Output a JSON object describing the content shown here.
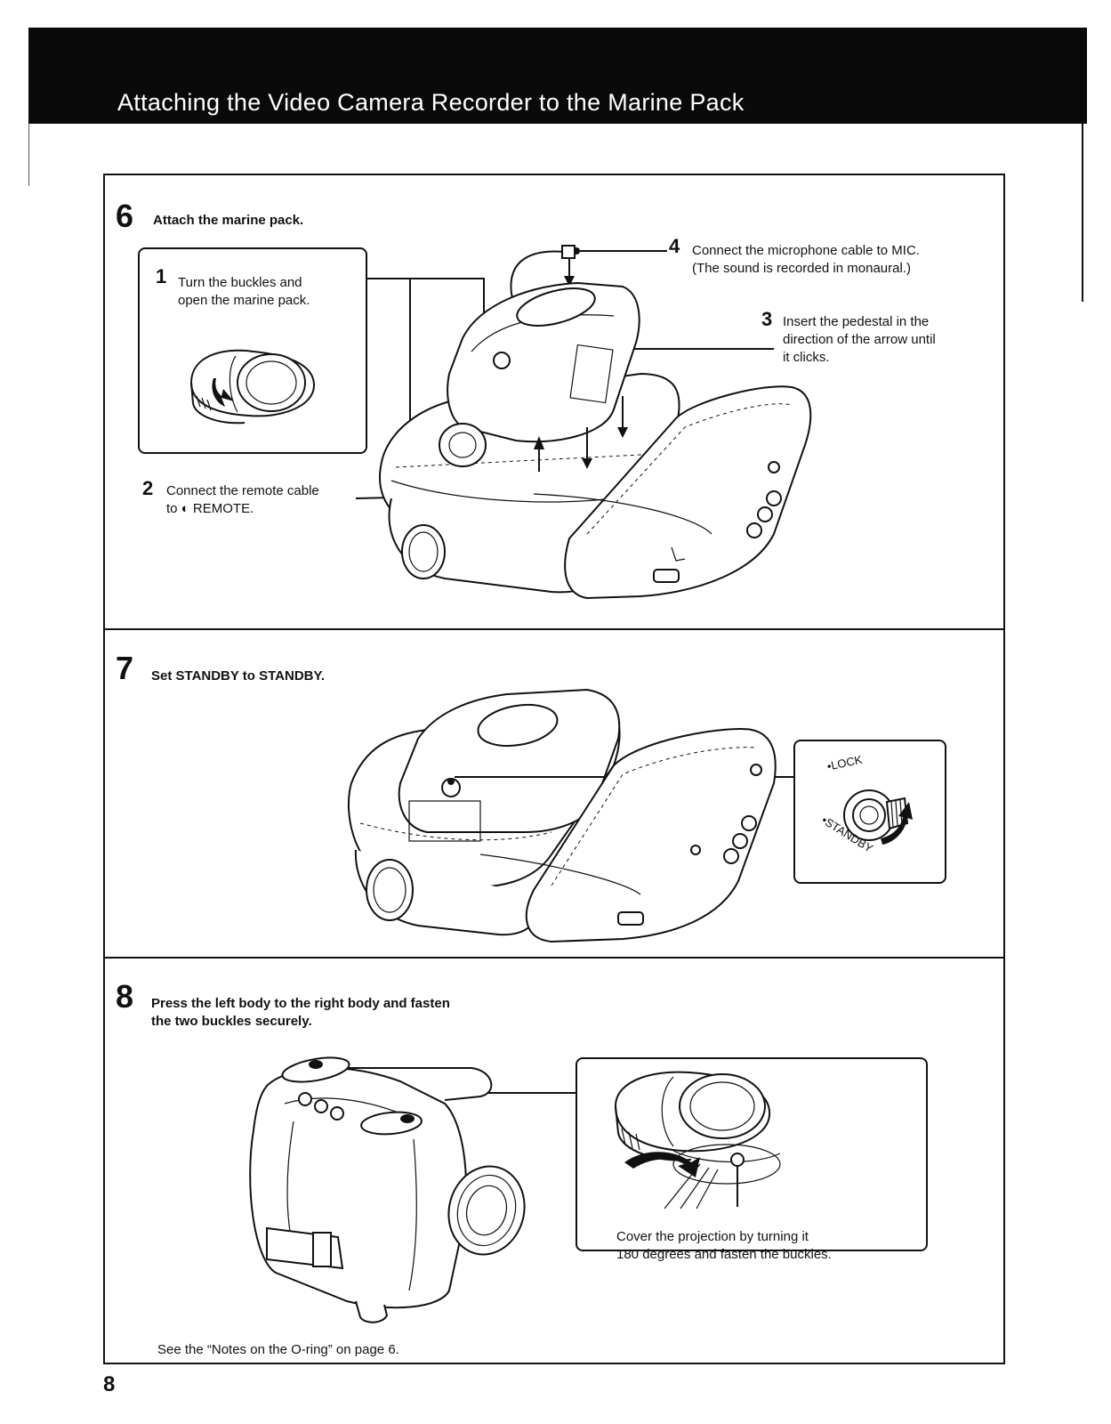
{
  "header": {
    "title": "Attaching the Video Camera Recorder to the Marine Pack"
  },
  "step6": {
    "number": "6",
    "title": "Attach the marine pack.",
    "sub1": {
      "number": "1",
      "line1": "Turn the buckles and",
      "line2": "open the marine pack."
    },
    "sub2": {
      "number": "2",
      "line1": "Connect the remote cable",
      "line2": "to ◐ REMOTE."
    },
    "sub3": {
      "number": "3",
      "line1": "Insert the pedestal in the",
      "line2": "direction of the arrow until",
      "line3": "it clicks."
    },
    "sub4": {
      "number": "4",
      "line1": "Connect the microphone cable to MIC.",
      "line2": "(The sound is recorded in monaural.)"
    }
  },
  "step7": {
    "number": "7",
    "title": "Set STANDBY to STANDBY.",
    "dial": {
      "lock": "•LOCK",
      "standby": "•STANDBY"
    }
  },
  "step8": {
    "number": "8",
    "title_line1": "Press the left body to the right body and fasten",
    "title_line2": "the two buckles securely.",
    "caption_line1": "Cover the projection by turning it",
    "caption_line2": "180 degrees and fasten the buckles.",
    "note": "See the “Notes on the O-ring” on page 6."
  },
  "page_number": "8"
}
